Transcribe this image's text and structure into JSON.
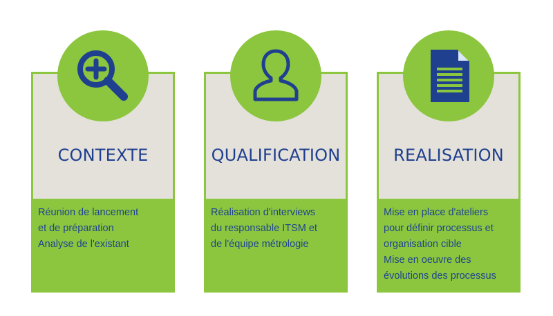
{
  "colors": {
    "green": "#8cc63f",
    "beige": "#e3e1da",
    "blue": "#1f3f8f"
  },
  "cards": [
    {
      "icon": "magnifier-plus-icon",
      "title": "CONTEXTE",
      "lines": [
        "Réunion de lancement",
        "et de préparation",
        "Analyse de l'existant"
      ]
    },
    {
      "icon": "user-icon",
      "title": "QUALIFICATION",
      "lines": [
        "Réalisation d'interviews",
        "du responsable ITSM et",
        "de l'équipe métrologie"
      ]
    },
    {
      "icon": "document-icon",
      "title": "REALISATION",
      "lines": [
        "Mise en place d'ateliers",
        "pour définir processus et",
        "organisation cible",
        "Mise en oeuvre des",
        "évolutions des processus"
      ]
    }
  ]
}
